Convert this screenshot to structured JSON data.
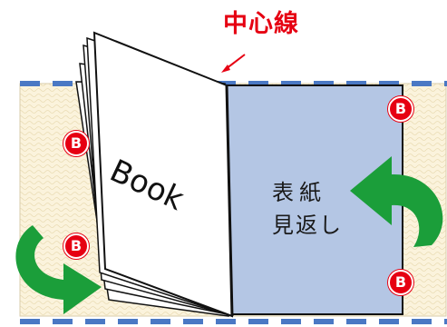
{
  "title_label": "中心線",
  "book_label": "Book",
  "cover_text": {
    "line1": "表紙",
    "line2": "見返し"
  },
  "marker_label": "B",
  "colors": {
    "accent_red": "#e60012",
    "dashed_blue": "#4a78c4",
    "cover_fill": "#b4c6e4",
    "board_fill": "#fbf3dc",
    "arrow_green": "#1b9e3a"
  }
}
